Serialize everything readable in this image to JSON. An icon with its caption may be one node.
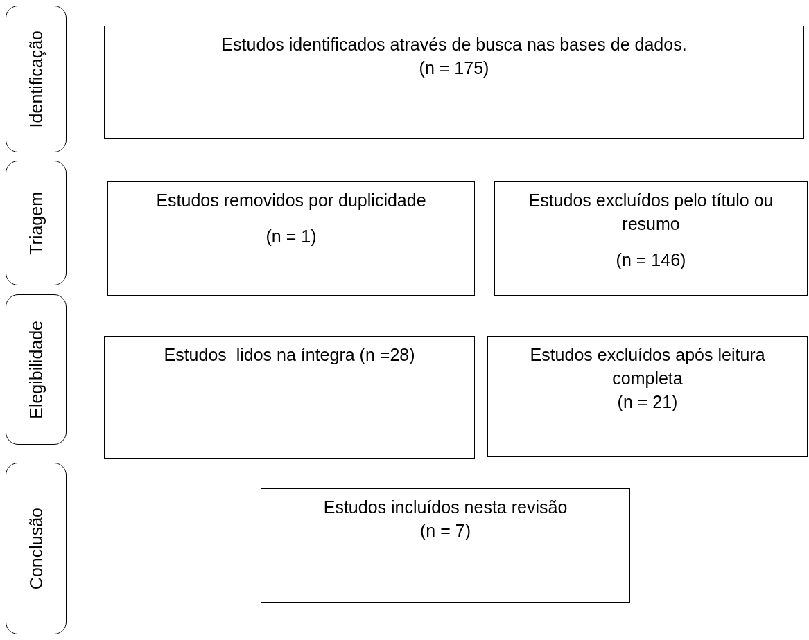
{
  "diagram": {
    "nodes": [
      {
        "text": [
          "Identificação"
        ]
      },
      {
        "text": [
          "Estudos identificados através de busca nas bases de dados.",
          "(n = 175)"
        ]
      },
      {
        "text": [
          "Triagem"
        ]
      },
      {
        "text": [
          "Estudos removidos por duplicidade",
          "(n = 1)"
        ]
      },
      {
        "text": [
          "Estudos excluídos pelo título ou resumo",
          "(n = 146)"
        ]
      },
      {
        "text": [
          "Elegibilidade"
        ]
      },
      {
        "text": [
          "Estudos  lidos na íntegra (n =28)"
        ]
      },
      {
        "text": [
          "Estudos excluídos após leitura completa",
          "(n = 21)"
        ]
      },
      {
        "text": [
          "Conclusão"
        ]
      },
      {
        "text": [
          "Estudos incluídos nesta revisão",
          "(n = 7)"
        ]
      }
    ],
    "edges": []
  }
}
